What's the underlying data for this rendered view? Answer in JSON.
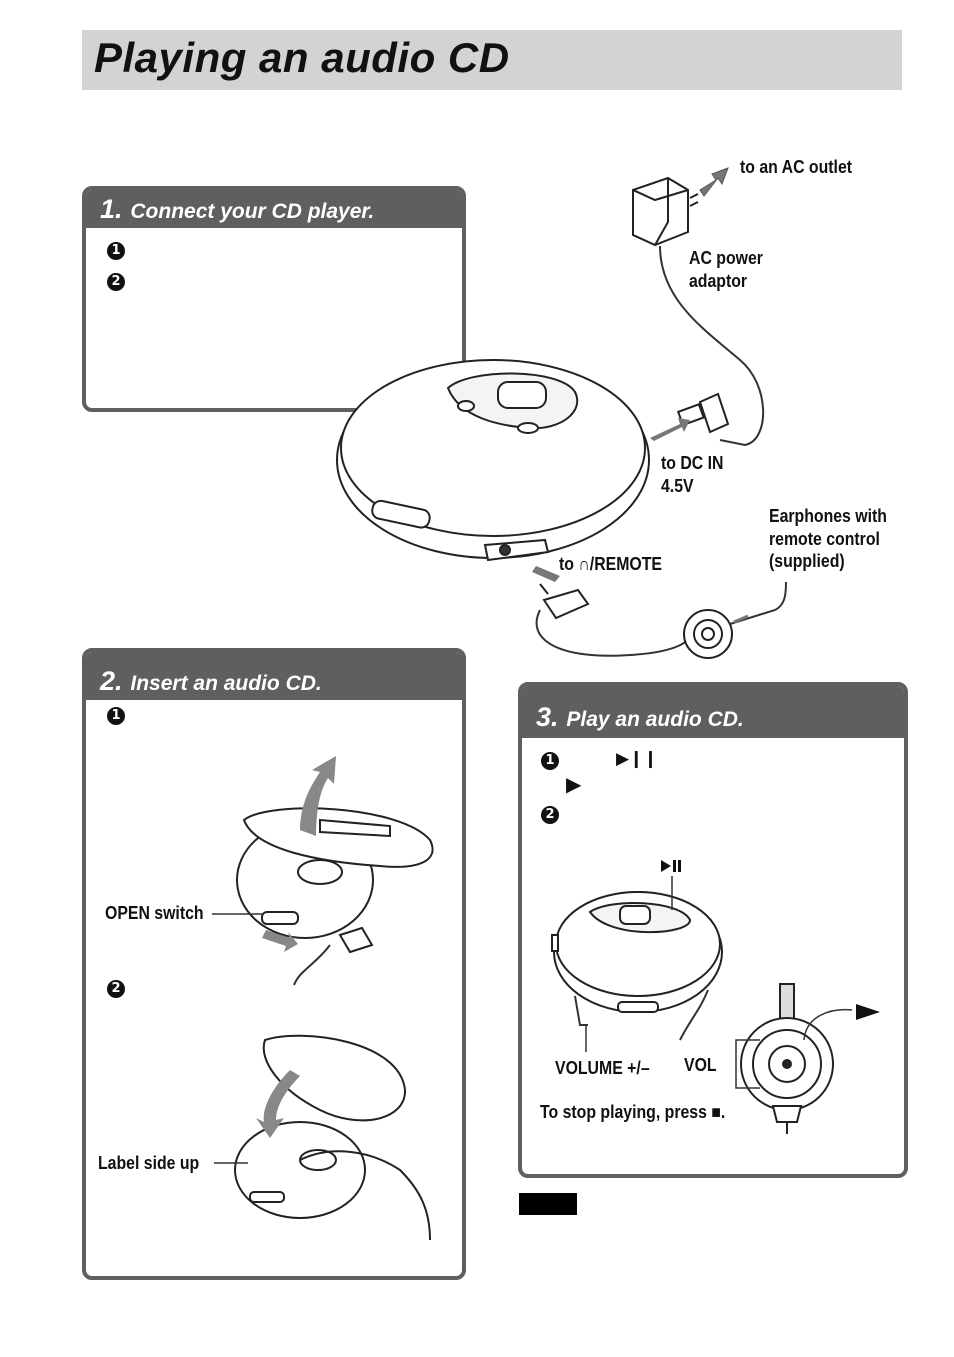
{
  "page": {
    "title": "Playing an audio CD"
  },
  "step1": {
    "number": "1.",
    "heading": "Connect your CD player.",
    "items": [
      "1",
      "2"
    ]
  },
  "step2": {
    "number": "2.",
    "heading": "Insert an audio CD.",
    "items": [
      "1",
      "2"
    ]
  },
  "step3": {
    "number": "3.",
    "heading": "Play an audio CD.",
    "items": [
      "1",
      "2"
    ]
  },
  "labels": {
    "ac_outlet": "to an AC outlet",
    "ac_adaptor_line1": "AC power",
    "ac_adaptor_line2": "adaptor",
    "dc_in_line1": "to DC IN",
    "dc_in_line2": "4.5V",
    "earphones_line1": "Earphones with",
    "earphones_line2": "remote control",
    "earphones_line3": "(supplied)",
    "remote_jack": "to ∩/REMOTE",
    "open_switch": "OPEN switch",
    "label_side": "Label side up",
    "volume": "VOLUME +/–",
    "vol": "VOL",
    "stop_text": "To stop playing, press ■."
  },
  "symbols": {
    "play_pause": "▶❙❙",
    "play": "▶"
  },
  "colors": {
    "panel_header": "#5f5f5f",
    "title_bar": "#d3d3d3"
  }
}
